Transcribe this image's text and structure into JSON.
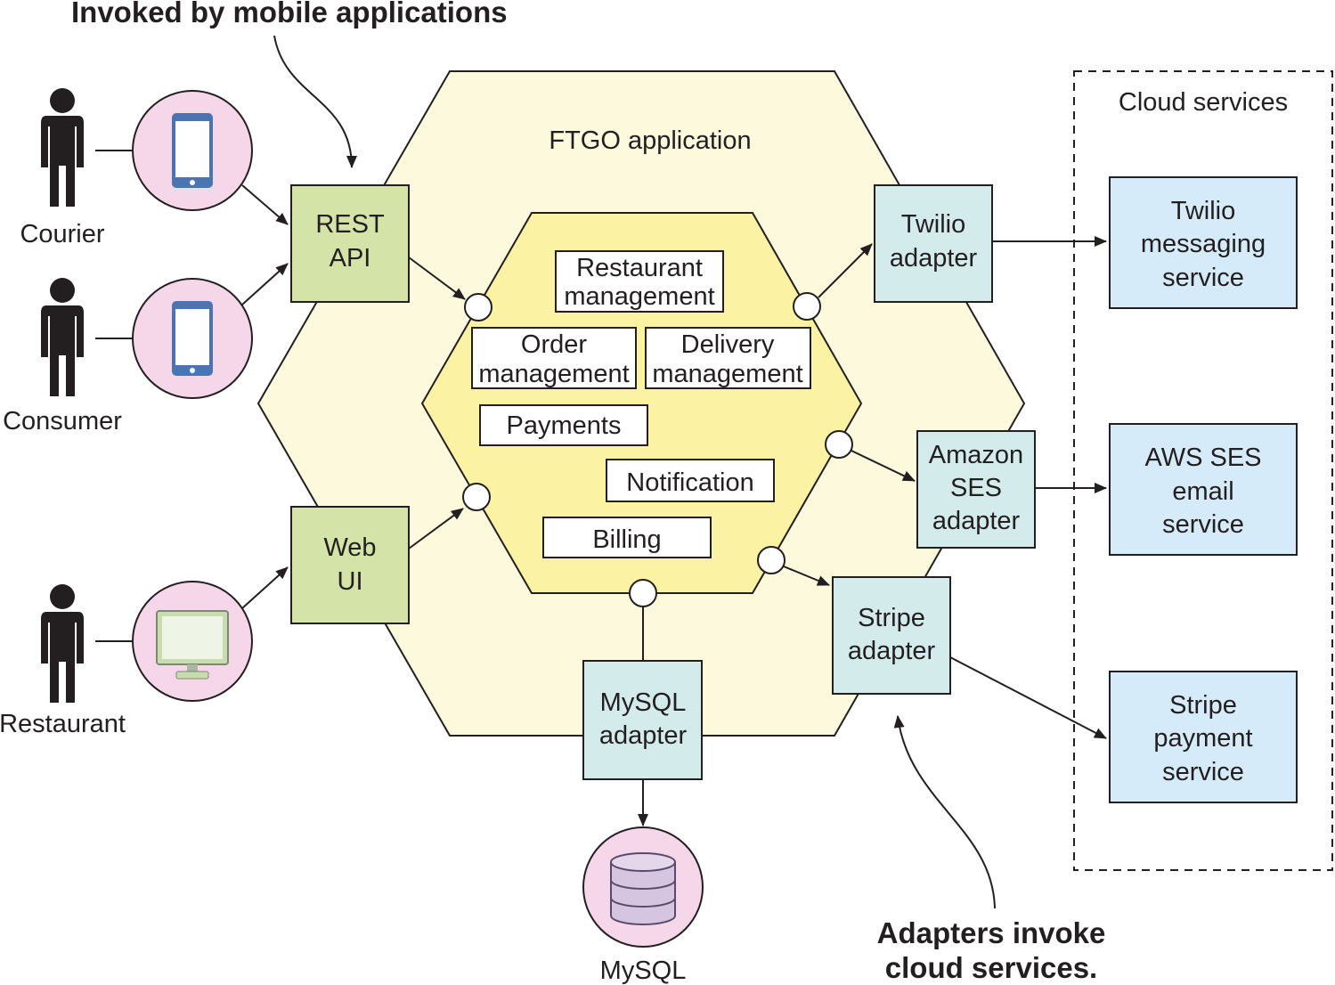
{
  "callouts": {
    "top": "Invoked by mobile applications",
    "bottom_line1": "Adapters invoke",
    "bottom_line2": "cloud services."
  },
  "application": {
    "title": "FTGO application",
    "modules": [
      [
        "Restaurant",
        "management"
      ],
      [
        "Order",
        "management"
      ],
      [
        "Delivery",
        "management"
      ],
      [
        "Payments"
      ],
      [
        "Notification"
      ],
      [
        "Billing"
      ]
    ]
  },
  "actors": {
    "courier": "Courier",
    "consumer": "Consumer",
    "restaurant": "Restaurant"
  },
  "inbound_adapters": {
    "rest_api": [
      "REST",
      "API"
    ],
    "web_ui": [
      "Web",
      "UI"
    ]
  },
  "outbound_adapters": {
    "twilio": [
      "Twilio",
      "adapter"
    ],
    "amazon_ses": [
      "Amazon",
      "SES",
      "adapter"
    ],
    "stripe": [
      "Stripe",
      "adapter"
    ],
    "mysql": [
      "MySQL",
      "adapter"
    ]
  },
  "cloud": {
    "title": "Cloud services",
    "twilio": [
      "Twilio",
      "messaging",
      "service"
    ],
    "aws_ses": [
      "AWS SES",
      "email",
      "service"
    ],
    "stripe": [
      "Stripe",
      "payment",
      "service"
    ]
  },
  "database": "MySQL",
  "colors": {
    "outer_hex": "#fcf9dd",
    "inner_hex": "#fcf2a4",
    "inbound_adapter": "#d4e4a8",
    "outbound_adapter": "#d3eceb",
    "cloud_service": "#d6ebf9",
    "device_circle": "#f6d7ea",
    "phone": "#4a74b4",
    "database": "#d6c5e0"
  }
}
